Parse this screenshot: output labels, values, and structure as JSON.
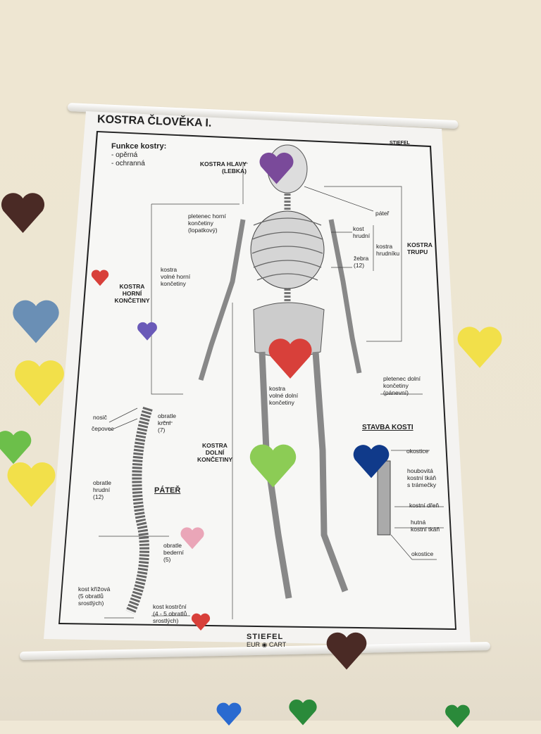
{
  "poster": {
    "title": "KOSTRA ČLOVĚKA I.",
    "brand_top": "STIEFEL",
    "functions": {
      "heading": "Funkce kostry:",
      "items": [
        "- opěrná",
        "- ochranná"
      ]
    },
    "labels": {
      "kostra_hlavy": "KOSTRA HLAVY\n(LEBKA)",
      "pater_line": "páteř",
      "pletenec_horni": "pletenec horní\nkončetiny\n(lopatkový)",
      "kost_hrudni": "kost\nhrudní",
      "kostra_hrudniku": "kostra\nhrudníku",
      "kostra_trupu": "KOSTRA\nTRUPU",
      "zebra": "žebra\n(12)",
      "volne_horni": "kostra\nvolné horní\nkončetiny",
      "kostra_horni": "KOSTRA\nHORNÍ\nKONČETINY",
      "pletenec_dolni": "pletenec dolní\nkončetiny\n(pánevní)",
      "volne_dolni": "kostra\nvolné dolní\nkončetiny",
      "kostra_dolni": "KOSTRA\nDOLNÍ\nKONČETINY",
      "nosic": "nosič",
      "cepovec": "čepovec",
      "obratle_krcni": "obratle\nkrční\n(7)",
      "obratle_hrudni": "obratle\nhrudní\n(12)",
      "pater_heading": "PÁTEŘ",
      "obratle_bederni": "obratle\nbederní\n(5)",
      "kost_krizova": "kost křížová\n(5 obratlů\nsrostlých)",
      "kost_kostrcni": "kost kostrční\n(4 - 5 obratlů\nsrostlých)",
      "stavba_kosti": "STAVBA KOSTI",
      "okostice_1": "okostice",
      "houbovita": "houbovitá\nkostní tkáň\ns trámečky",
      "kostni_dren": "kostní dřeň",
      "hutna": "hutná\nkostní tkáň",
      "okostice_2": "okostice"
    },
    "footer": {
      "brand": "STIEFEL",
      "sub": "EUR ◉ CART"
    }
  },
  "colors": {
    "heart_purple": "#7a4a9a",
    "heart_red": "#d8403a",
    "heart_green": "#8ccc55",
    "heart_navy": "#103a8a",
    "heart_pink": "#eaa6b8",
    "heart_yellow": "#f2e04a",
    "heart_blue": "#6a8fb5",
    "heart_brown": "#4a2a25"
  }
}
